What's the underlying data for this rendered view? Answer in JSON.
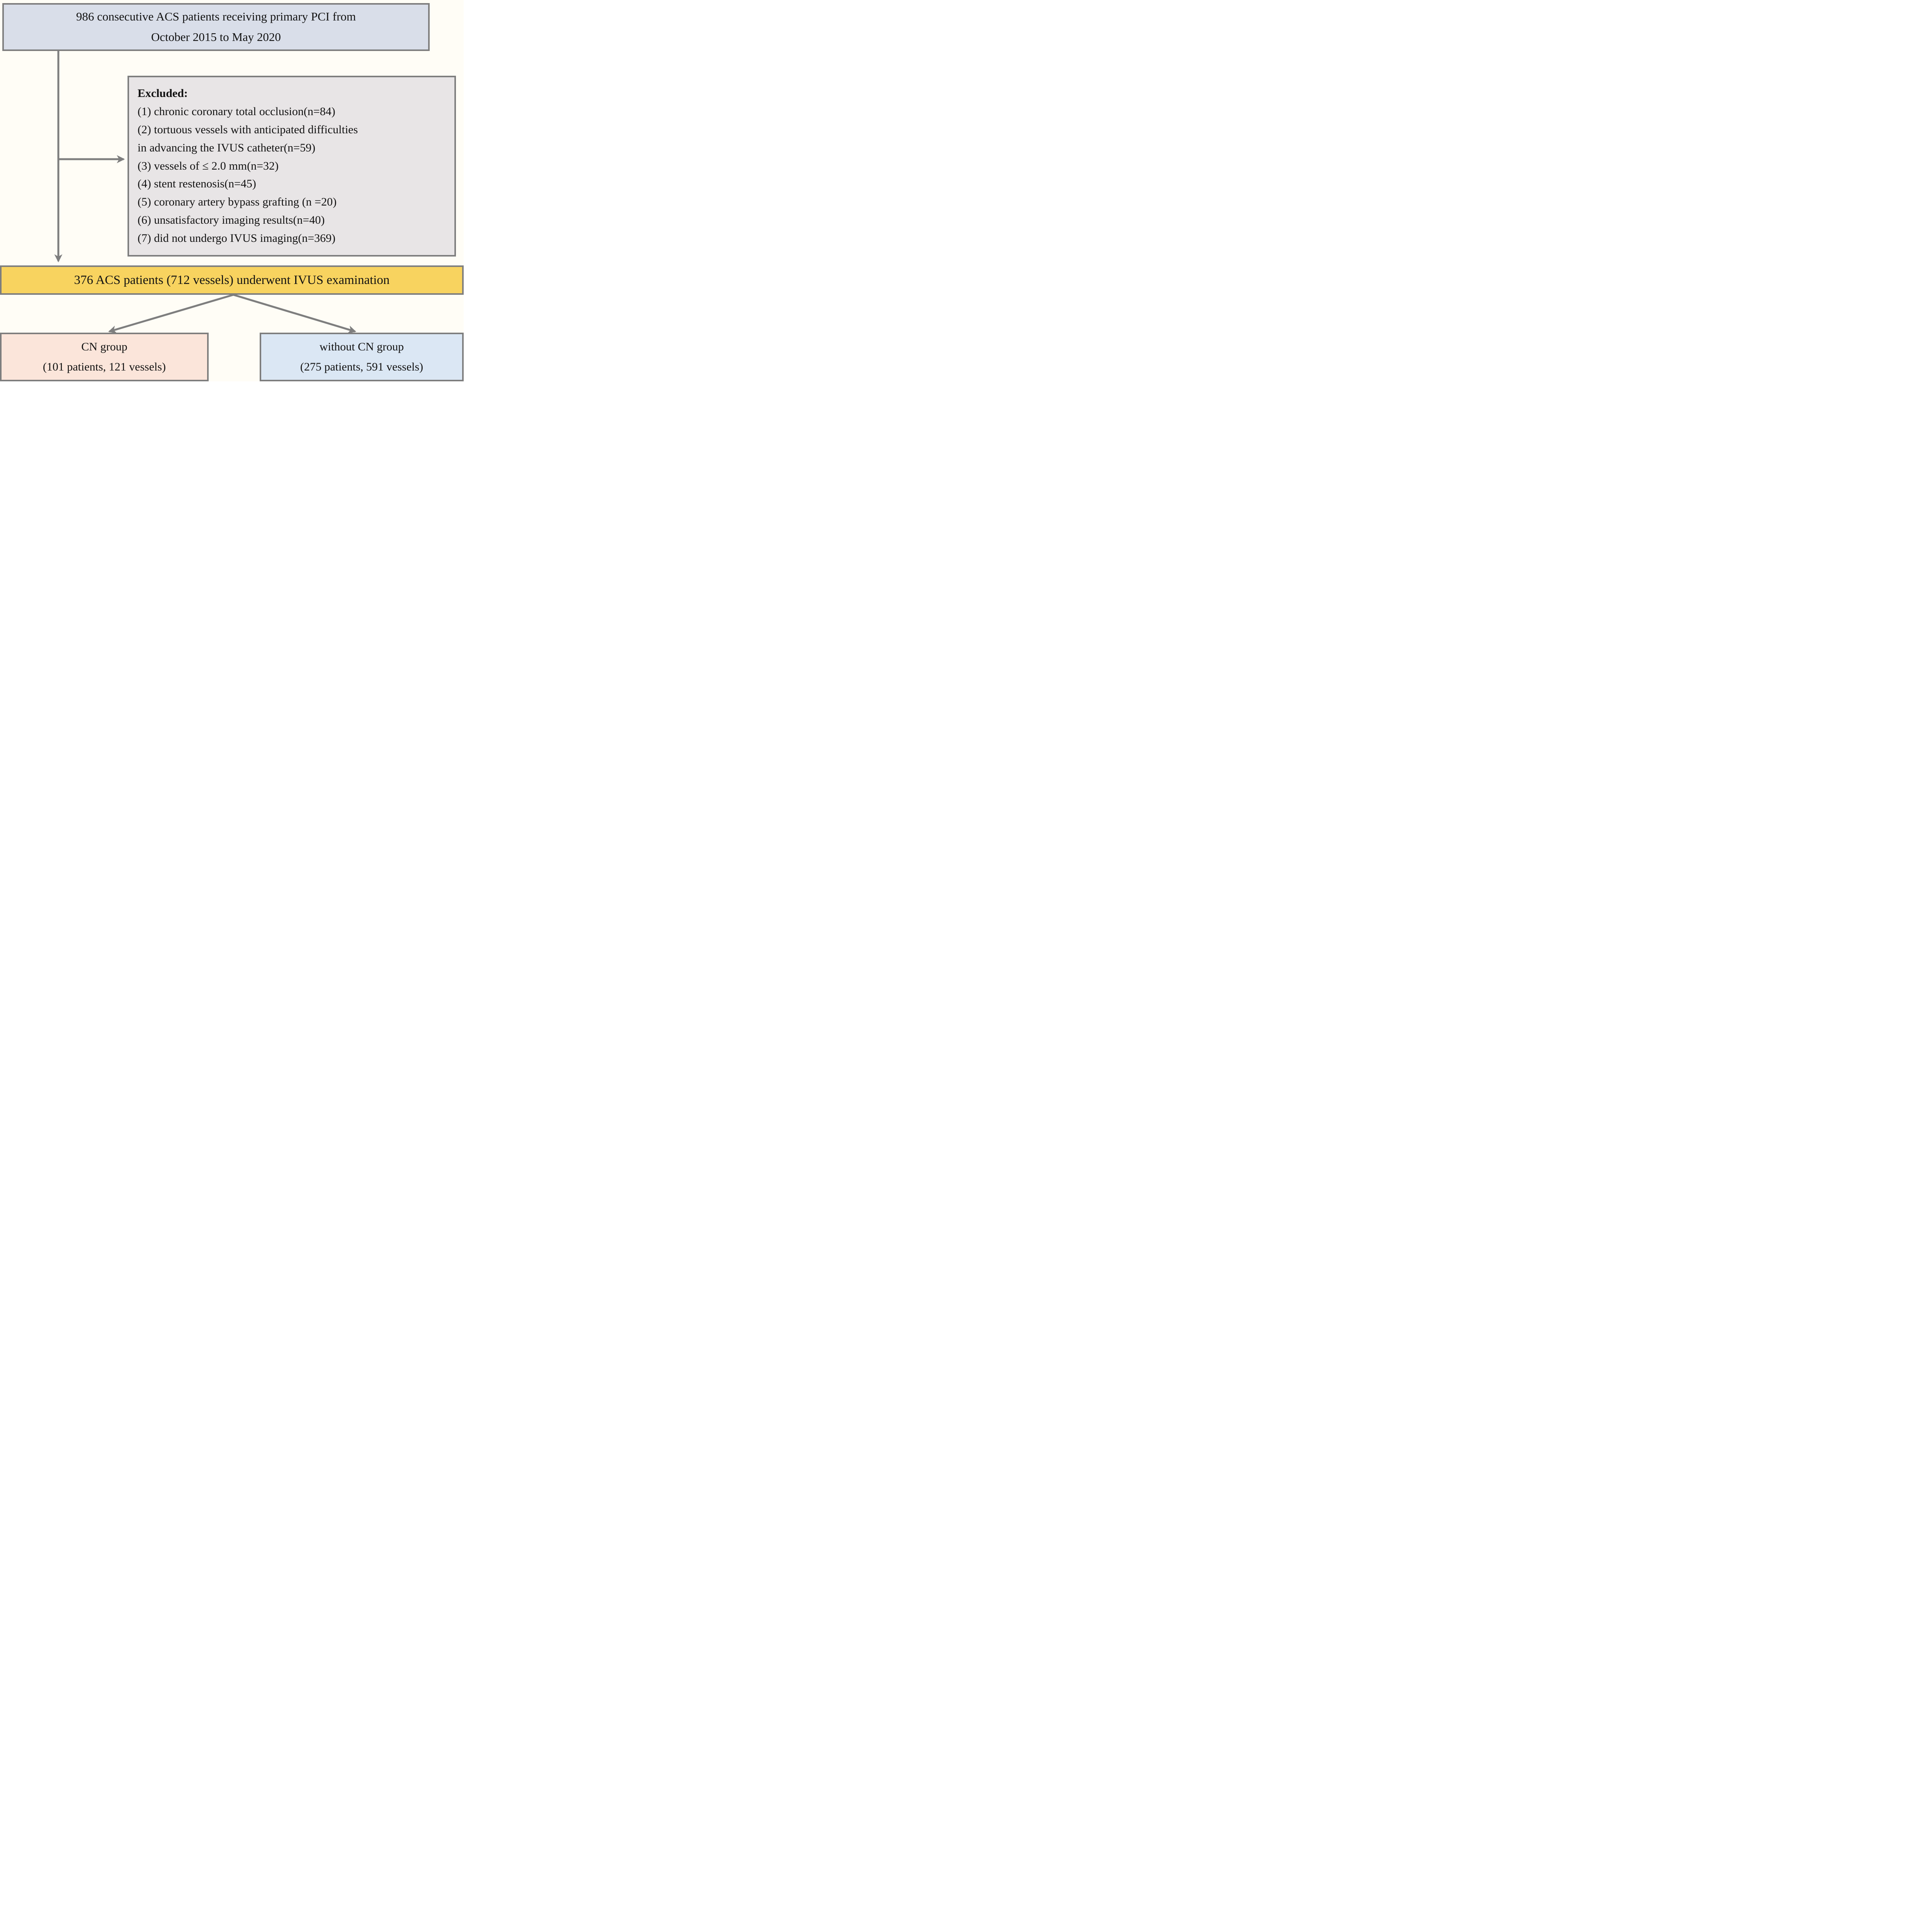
{
  "diagram": {
    "title": "ACS patient enrollment flow",
    "colors": {
      "background": "#fffdf6",
      "top_box_fill": "#d9dee9",
      "excluded_box_fill": "#e8e5e6",
      "ivus_box_fill": "#f8d35f",
      "cn_box_fill": "#fbe5da",
      "without_cn_box_fill": "#dbe7f4",
      "border_and_arrow_gray": "#7e7e7e",
      "text": "#121212"
    },
    "top_box": {
      "lines": [
        "986 consecutive ACS patients receiving primary PCI from",
        "October 2015 to May 2020"
      ]
    },
    "excluded_box": {
      "heading": "Excluded:",
      "items": [
        "(1) chronic coronary total occlusion(n=84)",
        "(2) tortuous vessels with anticipated difficulties\nin advancing the IVUS catheter(n=59)",
        "(3) vessels of ≤ 2.0 mm(n=32)",
        "(4) stent restenosis(n=45)",
        "(5) coronary artery bypass grafting (n =20)",
        "(6) unsatisfactory imaging results(n=40)",
        "(7) did not undergo IVUS imaging(n=369)"
      ]
    },
    "ivus_box": {
      "text": "376 ACS patients (712 vessels) underwent IVUS examination"
    },
    "cn_box": {
      "lines": [
        "CN group",
        "(101 patients, 121 vessels)"
      ]
    },
    "without_cn_box": {
      "lines": [
        "without CN group",
        "(275 patients, 591 vessels)"
      ]
    }
  }
}
